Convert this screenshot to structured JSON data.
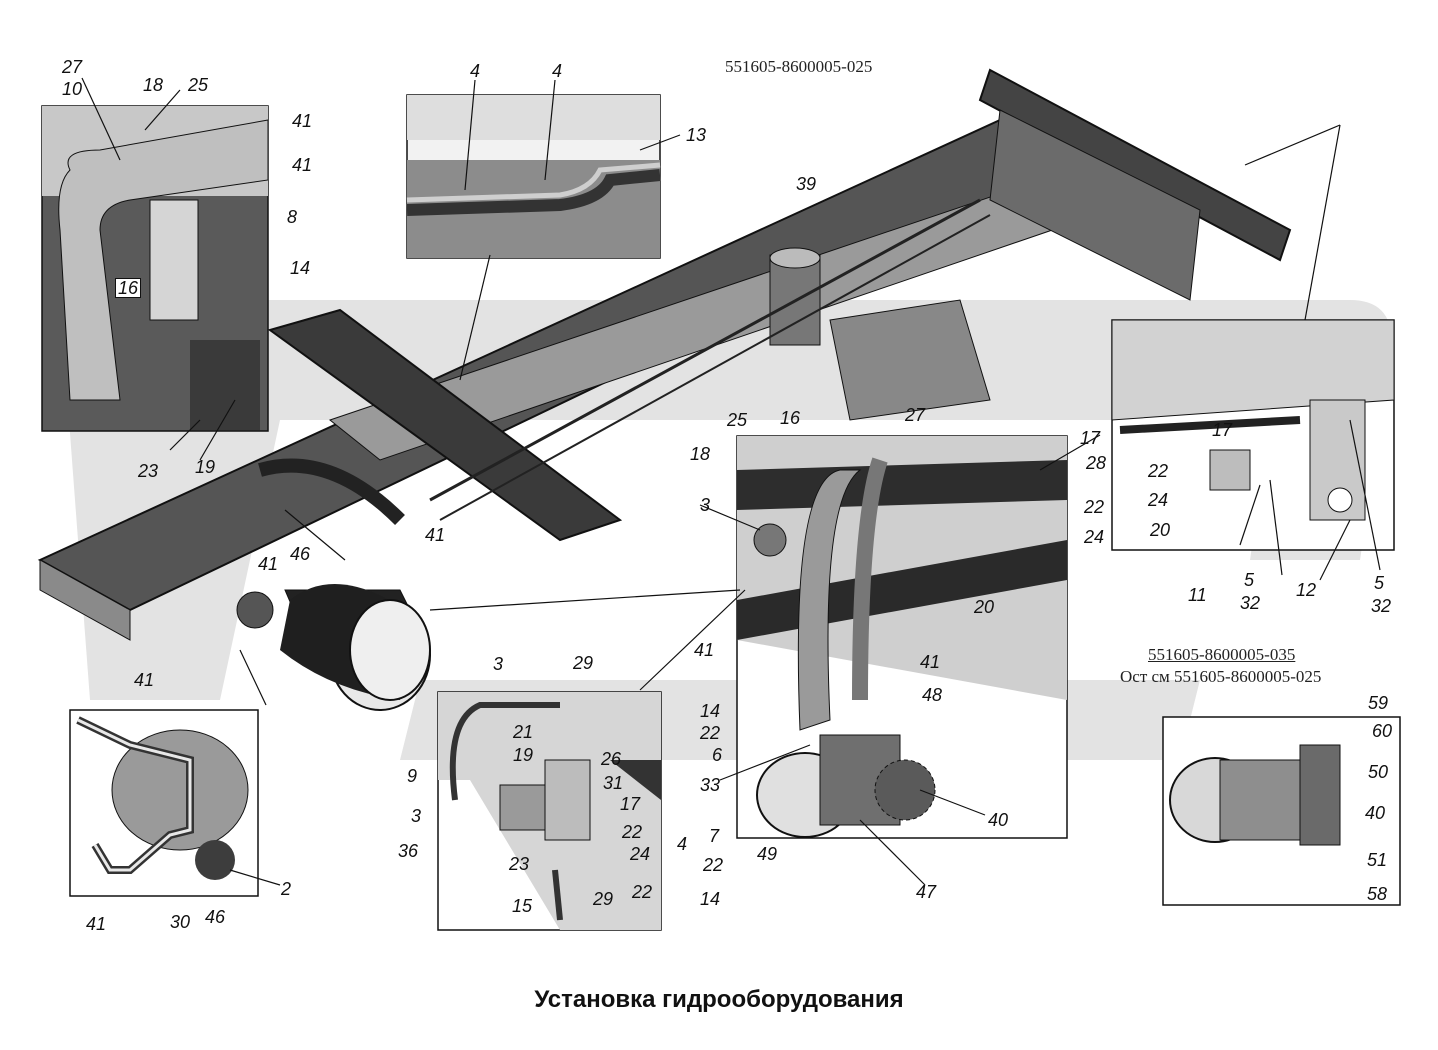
{
  "title": "Установка гидрооборудования",
  "codes": {
    "top": "551605-8600005-025",
    "right_a": "551605-8600005-035",
    "right_b": "Ост см 551605-8600005-025"
  },
  "callouts": {
    "tl_27": "27",
    "tl_10": "10",
    "tl_18": "18",
    "tl_25": "25",
    "tl_41a": "41",
    "tl_41b": "41",
    "tl_8": "8",
    "tl_14": "14",
    "tl_16": "16",
    "tl_23": "23",
    "tl_19": "19",
    "tc_4a": "4",
    "tc_4b": "4",
    "tc_13": "13",
    "m_39": "39",
    "m_41a": "41",
    "m_46": "46",
    "m_41b": "41",
    "c_25": "25",
    "c_16": "16",
    "c_27": "27",
    "c_17": "17",
    "c_28": "28",
    "c_18": "18",
    "c_3": "3",
    "c_22": "22",
    "c_24": "24",
    "c_20": "20",
    "c_41a": "41",
    "c_41b": "41",
    "c_48": "48",
    "c_14": "14",
    "c_22b": "22",
    "c_6": "6",
    "c_33": "33",
    "c_40": "40",
    "c_7": "7",
    "c_49": "49",
    "c_22c": "22",
    "c_14b": "14",
    "c_47": "47",
    "r_17": "17",
    "r_22": "22",
    "r_24": "24",
    "r_20": "20",
    "r_11": "11",
    "r_5a": "5",
    "r_32a": "32",
    "r_12": "12",
    "r_5b": "5",
    "r_32b": "32",
    "br_59": "59",
    "br_60": "60",
    "br_50": "50",
    "br_40": "40",
    "br_51": "51",
    "br_58": "58",
    "bl_41a": "41",
    "bl_2": "2",
    "bl_41b": "41",
    "bl_30": "30",
    "bl_46": "46",
    "bc_3a": "3",
    "bc_29a": "29",
    "bc_21": "21",
    "bc_19": "19",
    "bc_26": "26",
    "bc_9": "9",
    "bc_31": "31",
    "bc_3b": "3",
    "bc_17": "17",
    "bc_22a": "22",
    "bc_36": "36",
    "bc_24": "24",
    "bc_23": "23",
    "bc_22b": "22",
    "bc_4": "4",
    "bc_15": "15",
    "bc_29b": "29"
  },
  "colors": {
    "frame": "#3c3c3c",
    "panel": "#4a4a4a",
    "light": "#d9d9d9",
    "watermark": "#e6e6e6"
  }
}
